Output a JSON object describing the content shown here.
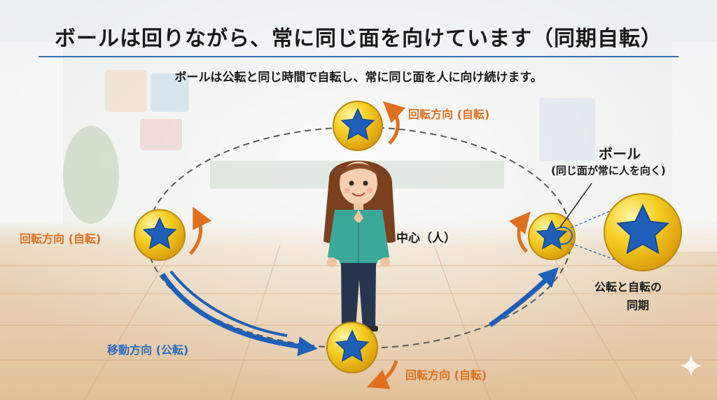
{
  "title": "ボールは回りながら、常に同じ面を向けています（同期自転）",
  "subtitle": "ボールは公転と同じ時間で自転し、常に同じ面を人に向け続けます。",
  "labels": {
    "rotation_top": "回転方向 (自転)",
    "rotation_left": "回転方向 (自転)",
    "rotation_bottom": "回転方向 (自転)",
    "movement": "移動方向 (公転)",
    "center": "中心（人）",
    "ball": "ボール",
    "ball_note": "(同じ面が常に人を向く)",
    "sync_line1": "公転と自転の",
    "sync_line2": "同期"
  },
  "colors": {
    "accent_orange": "#e07020",
    "accent_blue": "#2a6cc0",
    "ball_yellow": "#f5c518",
    "star_blue": "#1f5fb8",
    "shirt_teal": "#3aa89a",
    "jeans_navy": "#26364e",
    "hair_brown": "#7a4020"
  },
  "icons": [
    "ball-star-icon",
    "person-figure",
    "rotation-arrow-icon",
    "orbit-path",
    "sparkle-icon"
  ]
}
